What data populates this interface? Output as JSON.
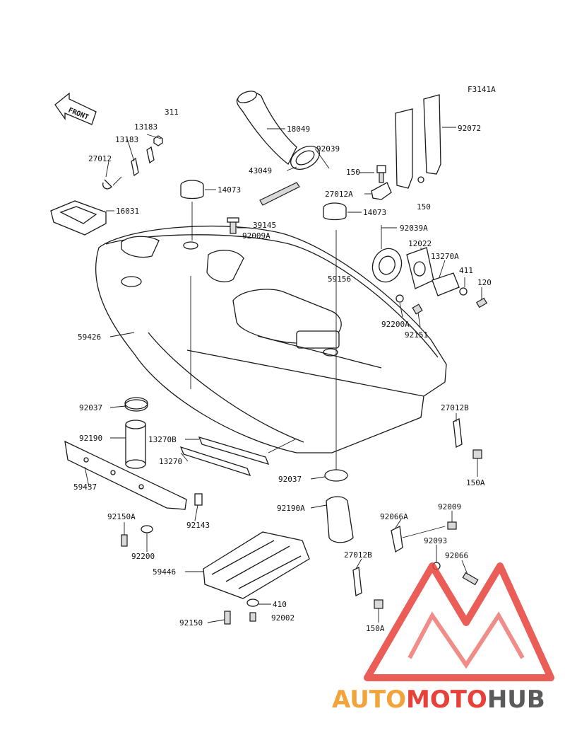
{
  "figure_code": "F3141A",
  "front_label": "FRONT",
  "watermark": {
    "word_part1": "AUTO",
    "word_part2": "MOTO",
    "word_part3": "HUB",
    "color_orange": "#f2a33a",
    "color_red": "#e8413a",
    "color_gray": "#5b5b5b"
  },
  "labels": {
    "p311": "311",
    "p13183a": "13183",
    "p13183b": "13183",
    "p27012": "27012",
    "p16031": "16031",
    "p14073a": "14073",
    "p39145": "39145",
    "p92009A": "92009A",
    "p18049": "18049",
    "p92039": "92039",
    "p43049": "43049",
    "p150a": "150",
    "p27012A": "27012A",
    "p14073b": "14073",
    "p150b": "150",
    "p92072": "92072",
    "p92039A": "92039A",
    "p12022": "12022",
    "p13270A": "13270A",
    "p411": "411",
    "p120": "120",
    "p59156": "59156",
    "p92200A": "92200A",
    "p92151": "92151",
    "p59426": "59426",
    "p92037a": "92037",
    "p27012B": "27012B",
    "p150A_a": "150A",
    "p92190": "92190",
    "p13270B": "13270B",
    "p13270": "13270",
    "p92037b": "92037",
    "p59437": "59437",
    "p92190A": "92190A",
    "p92150A": "92150A",
    "p92143": "92143",
    "p92200": "92200",
    "p92066A": "92066A",
    "p92009": "92009",
    "p92093": "92093",
    "p92066": "92066",
    "p27012B_b": "27012B",
    "p59446": "59446",
    "p410": "410",
    "p92150": "92150",
    "p92002": "92002",
    "p150A_b": "150A"
  }
}
